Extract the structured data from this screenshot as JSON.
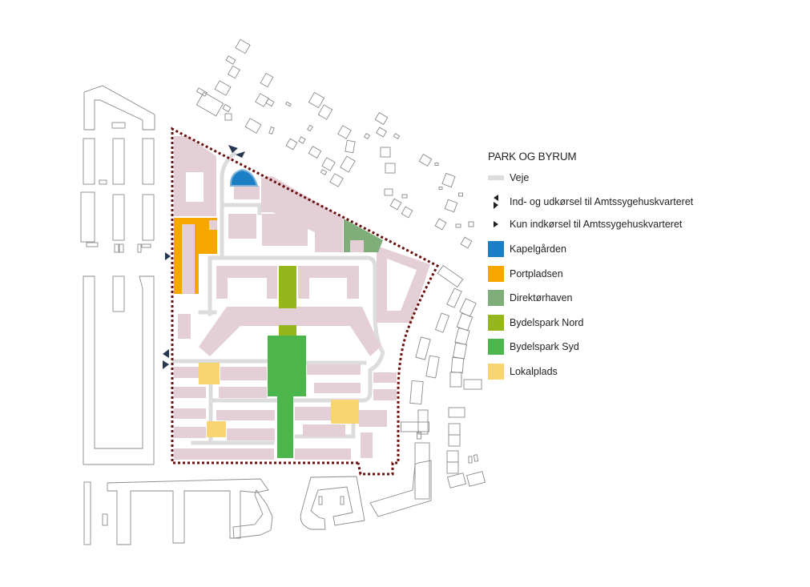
{
  "legend": {
    "title": "PARK OG BYRUM",
    "roads_label": "Veje",
    "entry_exit_label": "Ind- og udkørsel til Amtssygehuskvarteret",
    "entry_only_label": "Kun indkørsel til Amtssygehuskvarteret",
    "areas": [
      {
        "label": "Kapelgården",
        "color": "#1a7fc4"
      },
      {
        "label": "Portpladsen",
        "color": "#f7a600"
      },
      {
        "label": "Direktørhaven",
        "color": "#7fae7a"
      },
      {
        "label": "Bydelspark Nord",
        "color": "#95b61d"
      },
      {
        "label": "Bydelspark Syd",
        "color": "#4cb64c"
      },
      {
        "label": "Lokalplads",
        "color": "#f8d571"
      }
    ]
  },
  "colors": {
    "building": "#e3cfd5",
    "road": "#dcdcdc",
    "boundary": "#6b0e0e",
    "arrow": "#283750",
    "neighbor_outline": "#8a8a8a"
  }
}
